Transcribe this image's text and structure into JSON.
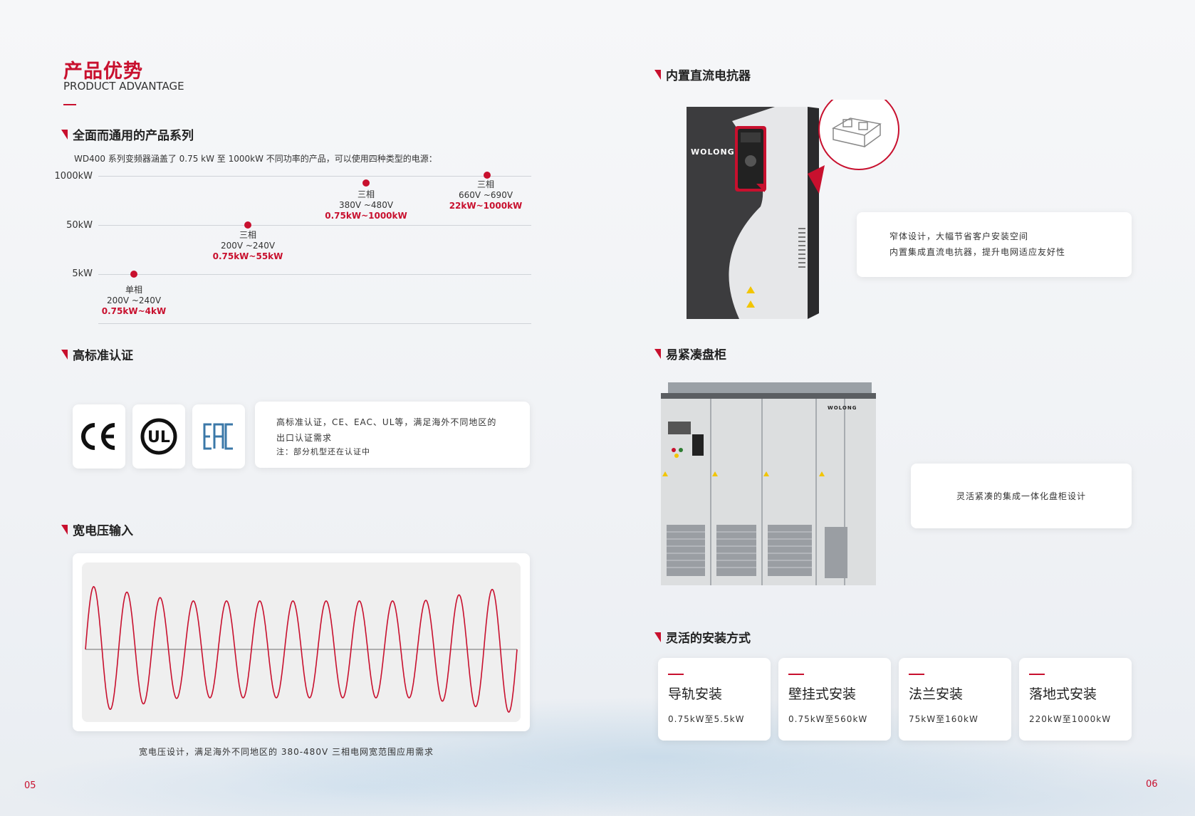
{
  "header": {
    "title": "产品优势",
    "subtitle": "PRODUCT ADVANTAGE"
  },
  "series_section": {
    "heading": "全面而通用的产品系列",
    "intro": "WD400 系列变频器涵盖了 0.75 kW 至 1000kW 不同功率的产品，可以使用四种类型的电源：",
    "y_labels": [
      "1000kW",
      "50kW",
      "5kW"
    ],
    "points": [
      {
        "phase": "单相",
        "voltage": "200V ~240V",
        "power": "0.75kW~4kW"
      },
      {
        "phase": "三相",
        "voltage": "200V ~240V",
        "power": "0.75kW~55kW"
      },
      {
        "phase": "三相",
        "voltage": "380V ~480V",
        "power": "0.75kW~1000kW"
      },
      {
        "phase": "三相",
        "voltage": "660V ~690V",
        "power": "22kW~1000kW"
      }
    ]
  },
  "cert_section": {
    "heading": "高标准认证",
    "logos": [
      "CE",
      "UL",
      "EAC"
    ],
    "text_line1": "高标准认证，CE、EAC、UL等，满足海外不同地区的",
    "text_line2": "出口认证需求",
    "note": "注：部分机型还在认证中"
  },
  "voltage_section": {
    "heading": "宽电压输入",
    "caption": "宽电压设计，满足海外不同地区的 380-480V 三相电网宽范围应用需求"
  },
  "reactor_section": {
    "heading": "内置直流电抗器",
    "brand": "WOLONG",
    "line1": "窄体设计，大幅节省客户安装空间",
    "line2": "内置集成直流电抗器，提升电网适应友好性"
  },
  "cabinet_section": {
    "heading": "易紧凑盘柜",
    "brand": "WOLONG",
    "text": "灵活紧凑的集成一体化盘柜设计"
  },
  "install_section": {
    "heading": "灵活的安装方式",
    "cards": [
      {
        "title": "导轨安装",
        "range": "0.75kW至5.5kW"
      },
      {
        "title": "壁挂式安装",
        "range": "0.75kW至560kW"
      },
      {
        "title": "法兰安装",
        "range": "75kW至160kW"
      },
      {
        "title": "落地式安装",
        "range": "220kW至1000kW"
      }
    ]
  },
  "pages": {
    "left": "05",
    "right": "06"
  }
}
